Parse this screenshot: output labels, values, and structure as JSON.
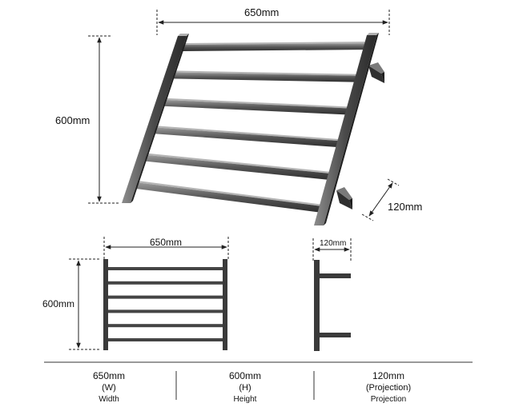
{
  "iso_view": {
    "width_label": "650mm",
    "height_label": "600mm",
    "projection_label": "120mm",
    "bar_count": 6
  },
  "front_view": {
    "width_label": "650mm",
    "height_label": "600mm",
    "bar_count": 6
  },
  "side_view": {
    "projection_label": "120mm"
  },
  "specs": [
    {
      "value": "650mm",
      "unit": "(W)",
      "name": "Width"
    },
    {
      "value": "600mm",
      "unit": "(H)",
      "name": "Height"
    },
    {
      "value": "120mm",
      "unit": "(Projection)",
      "name": "Projection"
    }
  ],
  "colors": {
    "metal_dark": "#3a3a3a",
    "metal_mid": "#6e6e6e",
    "metal_light": "#a8a8a8",
    "dimension_line": "#222222"
  }
}
